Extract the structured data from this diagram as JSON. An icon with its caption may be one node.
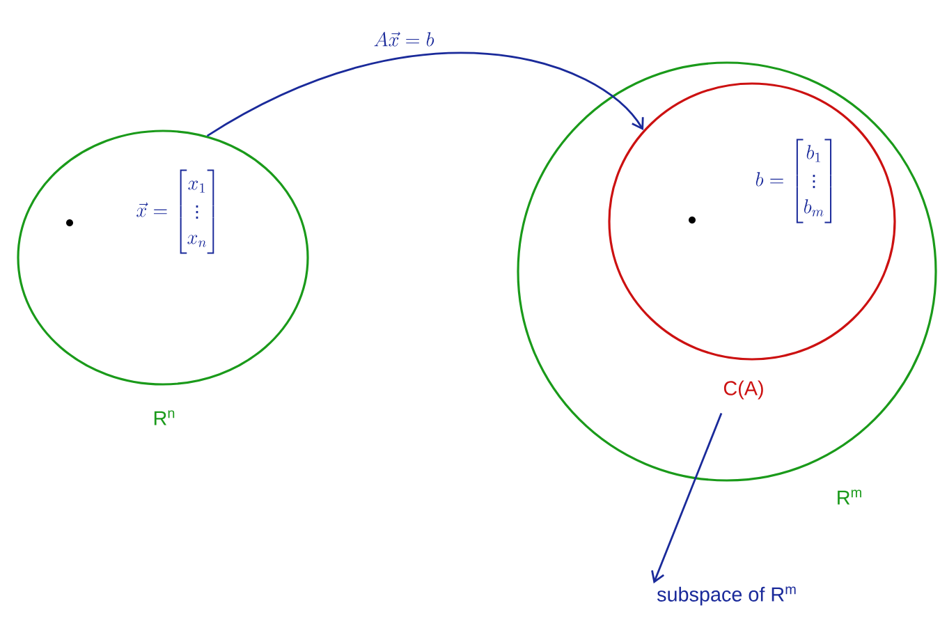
{
  "diagram": {
    "nodes": [
      {
        "text": [
          "\\vec{x}=\\begin{bmatrix}x_1\\\\ \\vdots\\\\ x_n\\end{bmatrix}",
          "R$^{n}$"
        ]
      },
      {
        "text": [
          "R$^{m}$"
        ]
      },
      {
        "text": [
          "b=\\begin{bmatrix}b_1\\\\ \\vdots\\\\ b_m\\end{bmatrix}",
          "C(A)"
        ],
        "in": 1
      },
      {
        "text": [
          "subspace of R$^{m}$"
        ]
      }
    ],
    "edges": [
      {
        "from": 0,
        "to": 2,
        "arrow": "to",
        "label": "A\\vec{x}=b"
      },
      {
        "from": 2,
        "to": 3,
        "arrow": "to"
      }
    ]
  }
}
